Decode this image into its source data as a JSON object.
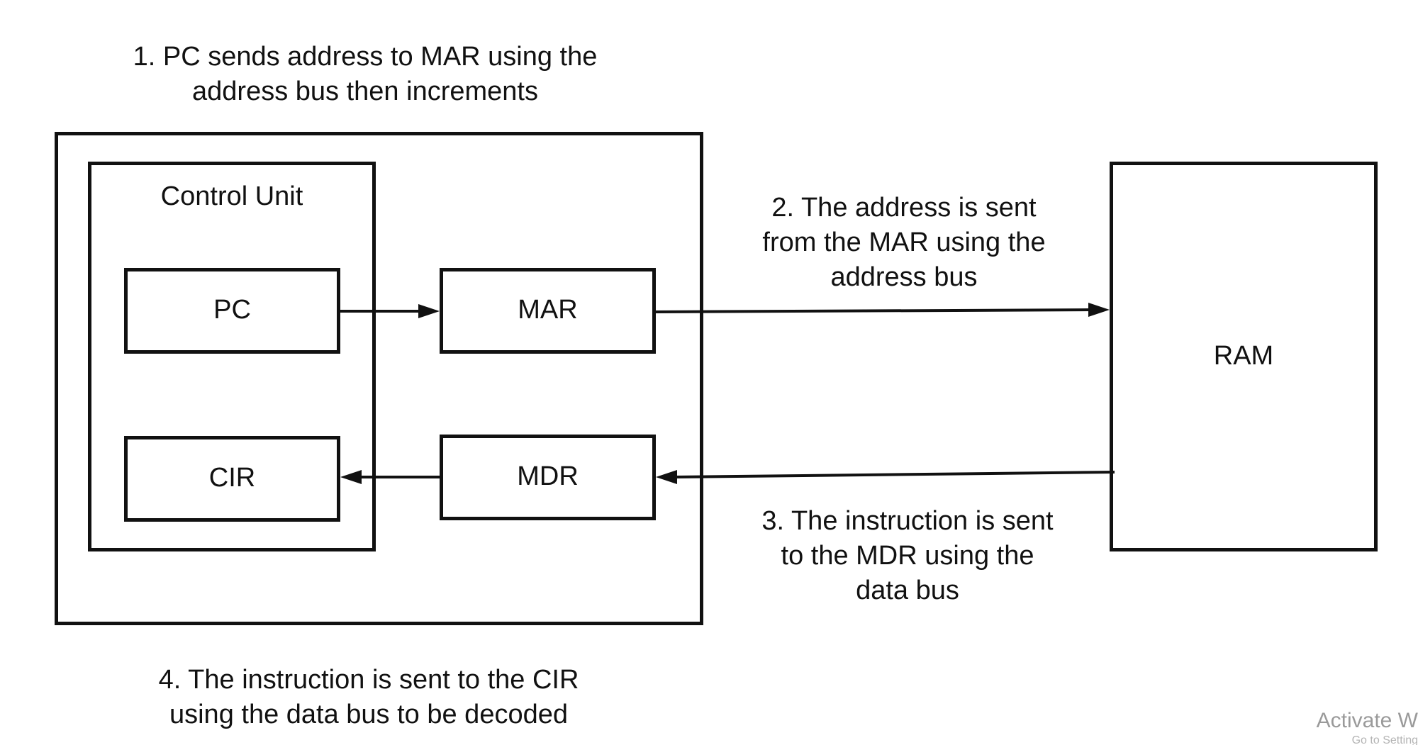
{
  "captions": {
    "step1": [
      "1. PC sends address to MAR using the",
      "address bus then increments"
    ],
    "step2": [
      "2. The address is sent",
      "from the MAR using the",
      "address bus"
    ],
    "step3": [
      "3. The instruction is sent",
      "to the MDR using the",
      "data bus"
    ],
    "step4": [
      "4. The instruction is sent to the CIR",
      "using the data bus to be decoded"
    ]
  },
  "control_unit": {
    "label": "Control Unit"
  },
  "registers": {
    "pc": "PC",
    "mar": "MAR",
    "cir": "CIR",
    "mdr": "MDR"
  },
  "ram": {
    "label": "RAM"
  },
  "watermark": {
    "line1": "Activate W",
    "line2": "Go to Setting"
  },
  "colors": {
    "stroke": "#111111",
    "background": "#ffffff",
    "watermark": "#9a9a9a"
  }
}
